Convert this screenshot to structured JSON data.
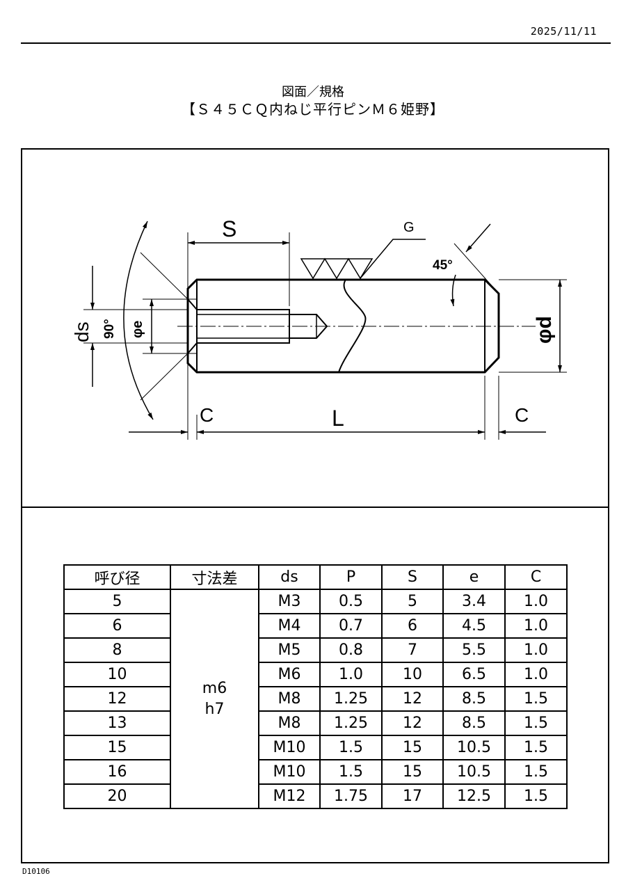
{
  "header": {
    "date": "2025/11/11",
    "title_sub": "図面／規格",
    "title_main": "【Ｓ４５ＣＱ内ねじ平行ピンＭ６姫野】"
  },
  "drawing_labels": {
    "s": "S",
    "g": "G",
    "angle45": "45°",
    "ds": "ds",
    "angle90": "90°",
    "phi_e": "φe",
    "phi_d": "φd",
    "c_left": "C",
    "l": "L",
    "c_right": "C"
  },
  "table": {
    "headers": [
      "呼び径",
      "寸法差",
      "ds",
      "P",
      "S",
      "e",
      "C"
    ],
    "tolerance": [
      "m6",
      "h7"
    ],
    "rows": [
      [
        "5",
        "M3",
        "0.5",
        "5",
        "3.4",
        "1.0"
      ],
      [
        "6",
        "M4",
        "0.7",
        "6",
        "4.5",
        "1.0"
      ],
      [
        "8",
        "M5",
        "0.8",
        "7",
        "5.5",
        "1.0"
      ],
      [
        "10",
        "M6",
        "1.0",
        "10",
        "6.5",
        "1.0"
      ],
      [
        "12",
        "M8",
        "1.25",
        "12",
        "8.5",
        "1.5"
      ],
      [
        "13",
        "M8",
        "1.25",
        "12",
        "8.5",
        "1.5"
      ],
      [
        "15",
        "M10",
        "1.5",
        "15",
        "10.5",
        "1.5"
      ],
      [
        "16",
        "M10",
        "1.5",
        "15",
        "10.5",
        "1.5"
      ],
      [
        "20",
        "M12",
        "1.75",
        "17",
        "12.5",
        "1.5"
      ]
    ]
  },
  "footer": {
    "code": "D10106"
  }
}
